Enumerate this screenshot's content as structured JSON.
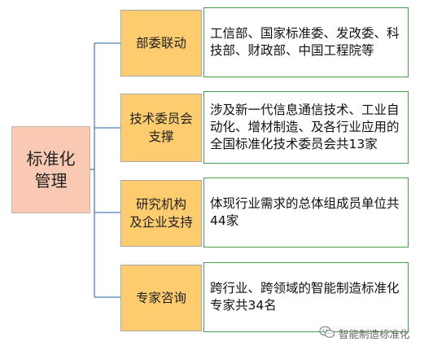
{
  "root": {
    "line1": "标准化",
    "line2": "管理"
  },
  "rows": [
    {
      "category": [
        "部委联动"
      ],
      "description": "工信部、国家标准委、发改委、科技部、财政部、中国工程院等"
    },
    {
      "category": [
        "技术委员会",
        "支撑"
      ],
      "description": "涉及新一代信息通信技术、工业自动化、增材制造、及各行业应用的全国标准化技术委员会共13家"
    },
    {
      "category": [
        "研究机构",
        "及企业支持"
      ],
      "description": "体现行业需求的总体组成员单位共44家"
    },
    {
      "category": [
        "专家咨询"
      ],
      "description": "跨行业、跨领域的智能制造标准化专家共34名"
    }
  ],
  "watermark": {
    "text": "智能制造标准化",
    "icon": "wechat-icon"
  },
  "colors": {
    "root_fill": "#f9c9b3",
    "category_fill": "#fccc6e",
    "description_border": "#4a9d4f",
    "connector": "#4f7fb5"
  }
}
